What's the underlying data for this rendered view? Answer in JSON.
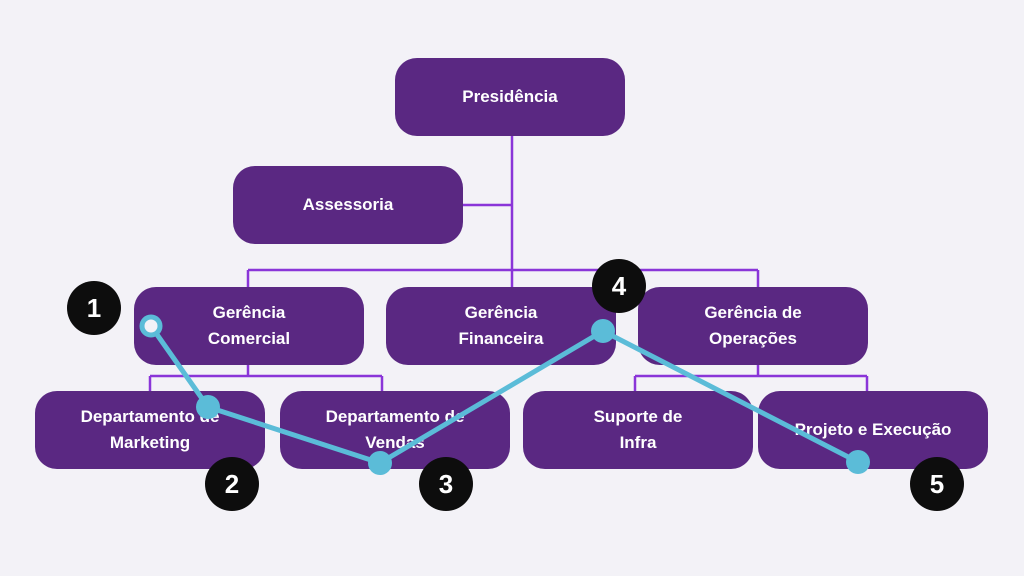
{
  "nodes": {
    "presidencia": "Presidência",
    "assessoria": "Assessoria",
    "gerencia_comercial": [
      "Gerência",
      "Comercial"
    ],
    "gerencia_financeira": [
      "Gerência",
      "Financeira"
    ],
    "gerencia_operacoes": [
      "Gerência de",
      "Operações"
    ],
    "departamento_marketing": [
      "Departamento de",
      "Marketing"
    ],
    "departamento_vendas": [
      "Departamento de",
      "Vendas"
    ],
    "suporte_infra": [
      "Suporte de",
      "Infra"
    ],
    "projeto_execucao": "Projeto e Execução"
  },
  "markers": [
    "1",
    "2",
    "3",
    "4",
    "5"
  ],
  "colors": {
    "box": "#5a2882",
    "connector": "#8a35d8",
    "path": "#5bbcd8",
    "badge": "#0d0d0d",
    "background": "#f3f2f7"
  }
}
